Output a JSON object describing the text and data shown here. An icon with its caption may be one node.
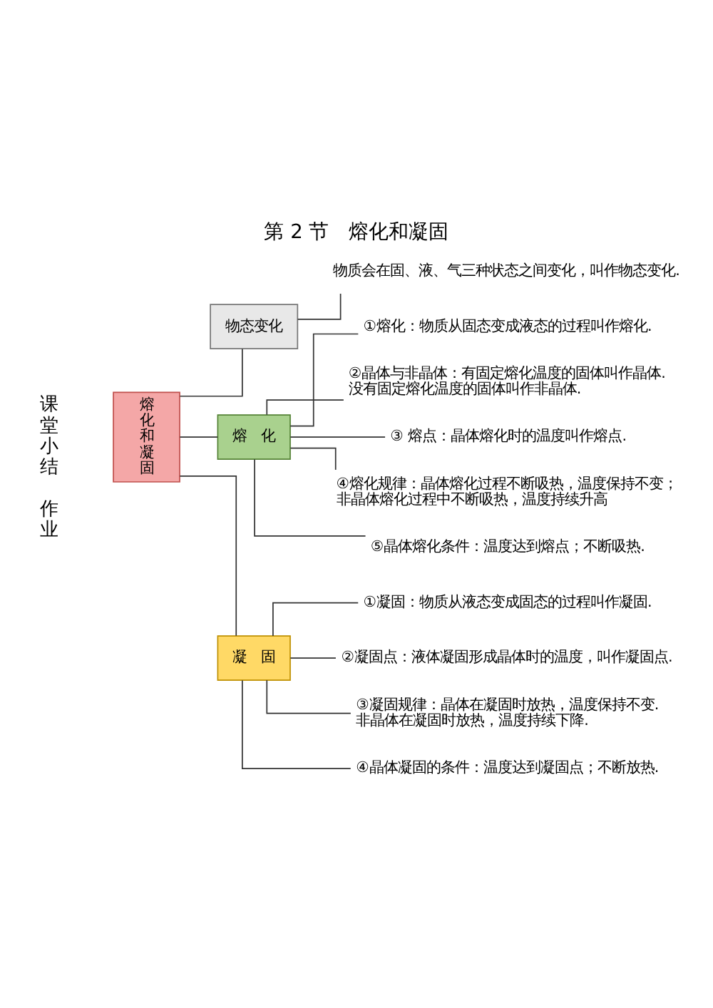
{
  "diagram": {
    "title": "第 2 节　熔化和凝固",
    "nodes": [
      {
        "text": [
          "熔化和凝固"
        ]
      },
      {
        "text": [
          "物态变化"
        ]
      },
      {
        "text": [
          "熔　化"
        ]
      },
      {
        "text": [
          "凝　固"
        ]
      },
      {
        "text": [
          "物质会在固、液、气三种状态之间变化，叫作物态变化."
        ]
      },
      {
        "text": [
          "①熔化：物质从固态变成液态的过程叫作熔化."
        ]
      },
      {
        "text": [
          "②晶体与非晶体：有固定熔化温度的固体叫作晶体.",
          "没有固定熔化温度的固体叫作非晶体."
        ]
      },
      {
        "text": [
          "③ 熔点：晶体熔化时的温度叫作熔点."
        ]
      },
      {
        "text": [
          "④熔化规律：晶体熔化过程不断吸热，温度保持不变；",
          "非晶体熔化过程中不断吸热，温度持续升高"
        ]
      },
      {
        "text": [
          "⑤晶体熔化条件：温度达到熔点；不断吸热."
        ]
      },
      {
        "text": [
          "①凝固：物质从液态变成固态的过程叫作凝固."
        ]
      },
      {
        "text": [
          "②凝固点：液体凝固形成晶体时的温度，叫作凝固点."
        ]
      },
      {
        "text": [
          "③凝固规律：晶体在凝固时放热，温度保持不变.",
          "非晶体在凝固时放热，温度持续下降."
        ]
      },
      {
        "text": [
          "④晶体凝固的条件：温度达到凝固点；不断放热."
        ]
      }
    ],
    "edges": [
      {
        "from": 0,
        "to": 1,
        "arrow": "none"
      },
      {
        "from": 0,
        "to": 2,
        "arrow": "none"
      },
      {
        "from": 0,
        "to": 3,
        "arrow": "none"
      },
      {
        "from": 1,
        "to": 4,
        "arrow": "none"
      },
      {
        "from": 2,
        "to": 5,
        "arrow": "none"
      },
      {
        "from": 2,
        "to": 6,
        "arrow": "none"
      },
      {
        "from": 2,
        "to": 7,
        "arrow": "none"
      },
      {
        "from": 2,
        "to": 8,
        "arrow": "none"
      },
      {
        "from": 2,
        "to": 9,
        "arrow": "none"
      },
      {
        "from": 3,
        "to": 10,
        "arrow": "none"
      },
      {
        "from": 3,
        "to": 11,
        "arrow": "none"
      },
      {
        "from": 3,
        "to": 12,
        "arrow": "none"
      },
      {
        "from": 3,
        "to": 13,
        "arrow": "none"
      }
    ],
    "labels": [
      "课堂小结",
      "作业"
    ]
  }
}
